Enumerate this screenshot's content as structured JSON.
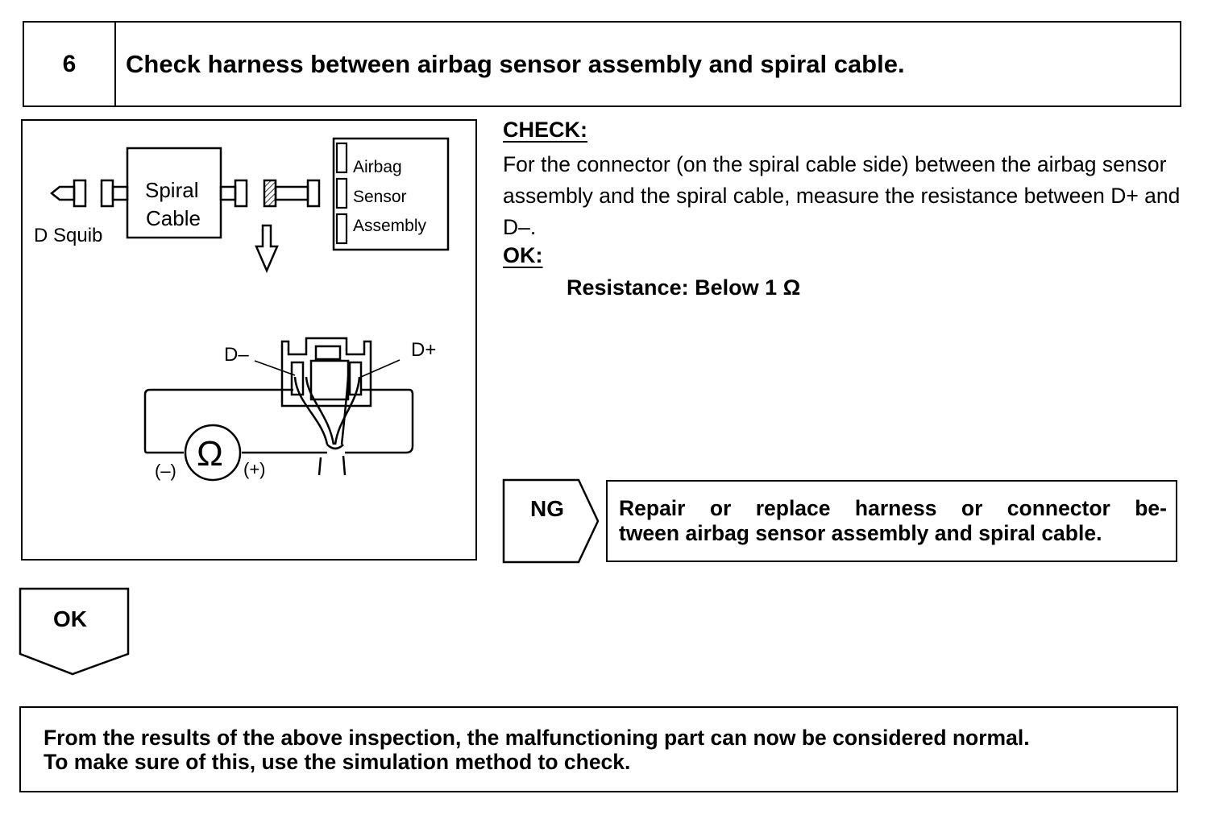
{
  "header": {
    "step_number": "6",
    "title": "Check harness between airbag sensor assembly and spiral cable."
  },
  "diagram": {
    "d_squib_label": "D Squib",
    "spiral_label_1": "Spiral",
    "spiral_label_2": "Cable",
    "airbag_label": "Airbag",
    "sensor_label": "Sensor",
    "assembly_label": "Assembly",
    "d_minus_label": "D–",
    "d_plus_label": "D+",
    "ohm_symbol": "Ω",
    "neg_label": "(–)",
    "pos_label": "(+)"
  },
  "check": {
    "heading": "CHECK:",
    "body": "For the connector (on the spiral cable side) between the airbag sensor assembly and the spiral cable, measure the resistance between D+ and D–.",
    "ok_heading": "OK:",
    "spec": "Resistance: Below 1 Ω"
  },
  "ng": {
    "label": "NG",
    "result_line1": "Repair or replace harness or connector be-",
    "result_line2": "tween airbag sensor assembly and spiral cable."
  },
  "ok_branch": {
    "label": "OK"
  },
  "conclusion": {
    "line1": "From the results of the above inspection, the malfunctioning part can now be considered normal.",
    "line2": "To make sure of this, use the simulation method to check."
  }
}
